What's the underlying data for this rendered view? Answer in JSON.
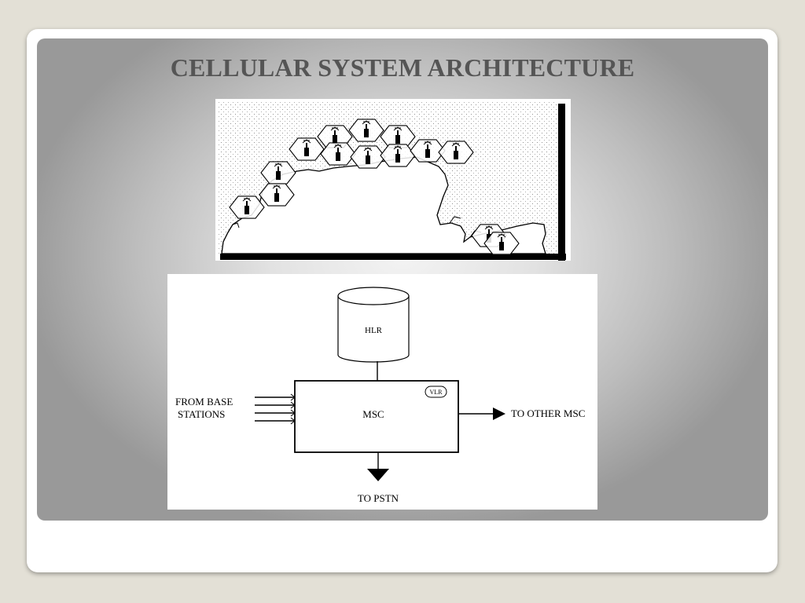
{
  "slide": {
    "title": "CELLULAR SYSTEM ARCHITECTURE"
  },
  "coverage_map": {
    "cell_count": 14
  },
  "msc_diagram": {
    "hlr_label": "HLR",
    "vlr_label": "VLR",
    "msc_label": "MSC",
    "from_label_line1": "FROM BASE",
    "from_label_line2": "STATIONS",
    "to_other_label": "TO OTHER MSC",
    "to_pstn_label": "TO PSTN",
    "input_line_count": 4
  },
  "colors": {
    "title": "#555555",
    "ink": "#000000"
  }
}
